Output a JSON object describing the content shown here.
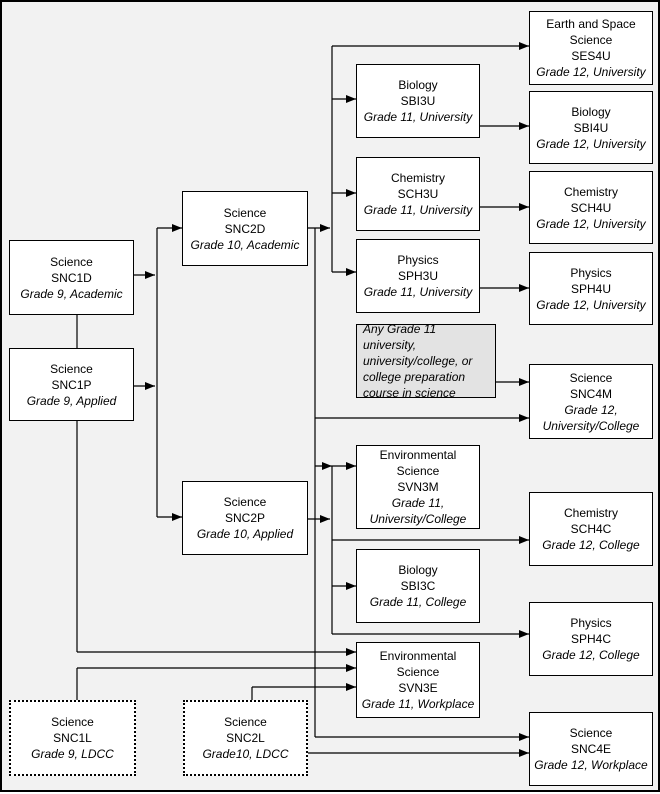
{
  "courses": {
    "snc1d": {
      "subject": "Science",
      "code": "SNC1D",
      "grade": "Grade 9, Academic"
    },
    "snc1p": {
      "subject": "Science",
      "code": "SNC1P",
      "grade": "Grade 9, Applied"
    },
    "snc2d": {
      "subject": "Science",
      "code": "SNC2D",
      "grade": "Grade 10, Academic"
    },
    "snc2p": {
      "subject": "Science",
      "code": "SNC2P",
      "grade": "Grade 10, Applied"
    },
    "snc1l": {
      "subject": "Science",
      "code": "SNC1L",
      "grade": "Grade 9, LDCC"
    },
    "snc2l": {
      "subject": "Science",
      "code": "SNC2L",
      "grade": "Grade10, LDCC"
    },
    "sbi3u": {
      "subject": "Biology",
      "code": "SBI3U",
      "grade": "Grade 11, University"
    },
    "sch3u": {
      "subject": "Chemistry",
      "code": "SCH3U",
      "grade": "Grade 11, University"
    },
    "sph3u": {
      "subject": "Physics",
      "code": "SPH3U",
      "grade": "Grade 11, University"
    },
    "svn3m": {
      "subject_line1": "Environmental",
      "subject_line2": "Science",
      "code": "SVN3M",
      "grade_line1": "Grade 11,",
      "grade_line2": "University/College"
    },
    "sbi3c": {
      "subject": "Biology",
      "code": "SBI3C",
      "grade": "Grade 11, College"
    },
    "svn3e": {
      "subject_line1": "Environmental",
      "subject_line2": "Science",
      "code": "SVN3E",
      "grade": "Grade 11, Workplace"
    },
    "ses4u": {
      "subject_line1": "Earth and Space",
      "subject_line2": "Science",
      "code": "SES4U",
      "grade": "Grade 12, University"
    },
    "sbi4u": {
      "subject": "Biology",
      "code": "SBI4U",
      "grade": "Grade 12, University"
    },
    "sch4u": {
      "subject": "Chemistry",
      "code": "SCH4U",
      "grade": "Grade 12, University"
    },
    "sph4u": {
      "subject": "Physics",
      "code": "SPH4U",
      "grade": "Grade 12, University"
    },
    "snc4m": {
      "subject": "Science",
      "code": "SNC4M",
      "grade_line1": "Grade 12,",
      "grade_line2": "University/College"
    },
    "sch4c": {
      "subject": "Chemistry",
      "code": "SCH4C",
      "grade": "Grade 12, College"
    },
    "sph4c": {
      "subject": "Physics",
      "code": "SPH4C",
      "grade": "Grade 12, College"
    },
    "snc4e": {
      "subject": "Science",
      "code": "SNC4E",
      "grade": "Grade 12, Workplace"
    }
  },
  "note": {
    "line1": "Any Grade 11 university,",
    "line2": "university/college, or",
    "line3": "college preparation",
    "line4": "course in science"
  },
  "colors": {
    "line": "#000000",
    "background": "#f2f2f2",
    "box": "#ffffff",
    "note_fill": "#e3e3e3"
  }
}
